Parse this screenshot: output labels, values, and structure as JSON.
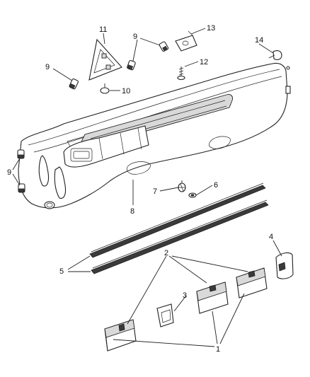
{
  "callouts": {
    "c1": "1",
    "c2": "2",
    "c3": "3",
    "c4": "4",
    "c5": "5",
    "c6": "6",
    "c7": "7",
    "c8": "8",
    "c9a": "9",
    "c9b": "9",
    "c9c": "9",
    "c10": "10",
    "c11": "11",
    "c12": "12",
    "c13": "13",
    "c14": "14"
  }
}
